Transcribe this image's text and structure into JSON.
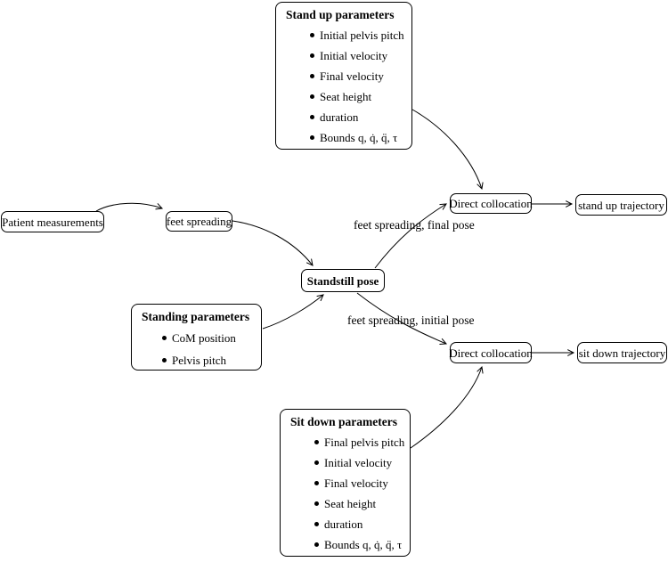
{
  "diagram": {
    "nodes": {
      "stand_up_parameters": {
        "title": "Stand up parameters",
        "items": [
          "Initial pelvis pitch",
          "Initial velocity",
          "Final velocity",
          "Seat height",
          "duration",
          "Bounds q, q̇, q̈, τ"
        ]
      },
      "patient_measurements": {
        "label": "Patient measurements"
      },
      "feet_spreading": {
        "label": "feet spreading"
      },
      "standstill_pose": {
        "label": "Standstill pose"
      },
      "standing_parameters": {
        "title": "Standing parameters",
        "items": [
          "CoM position",
          "Pelvis pitch"
        ]
      },
      "direct_collocation_top": {
        "label": "Direct collocation"
      },
      "stand_up_trajectory": {
        "label": "stand up trajectory"
      },
      "direct_collocation_bottom": {
        "label": "Direct collocation"
      },
      "sit_down_trajectory": {
        "label": "sit down trajectory"
      },
      "sit_down_parameters": {
        "title": "Sit down parameters",
        "items": [
          "Final pelvis pitch",
          "Initial velocity",
          "Final velocity",
          "Seat height",
          "duration",
          "Bounds q, q̇, q̈, τ"
        ]
      }
    },
    "edge_labels": {
      "final_pose": "feet spreading, final pose",
      "initial_pose": "feet spreading, initial pose"
    },
    "colors": {
      "stroke": "#000000",
      "background": "#ffffff"
    }
  }
}
